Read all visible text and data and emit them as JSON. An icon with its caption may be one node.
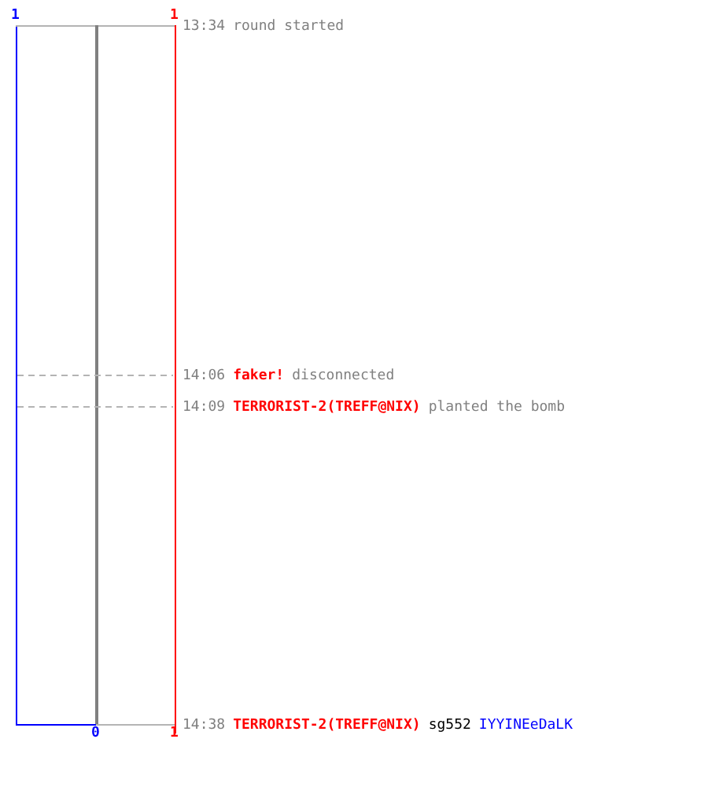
{
  "diagram": {
    "labels": [
      "1",
      "1",
      "13:34",
      "round started",
      "14:06",
      "faker!",
      "disconnected",
      "14:09",
      "TERRORIST-2(TREFF@NIX)",
      "planted the bomb",
      "0",
      "1",
      "14:38",
      "TERRORIST-2(TREFF@NIX)",
      "sg552",
      "IYYINEeDaLK"
    ]
  }
}
